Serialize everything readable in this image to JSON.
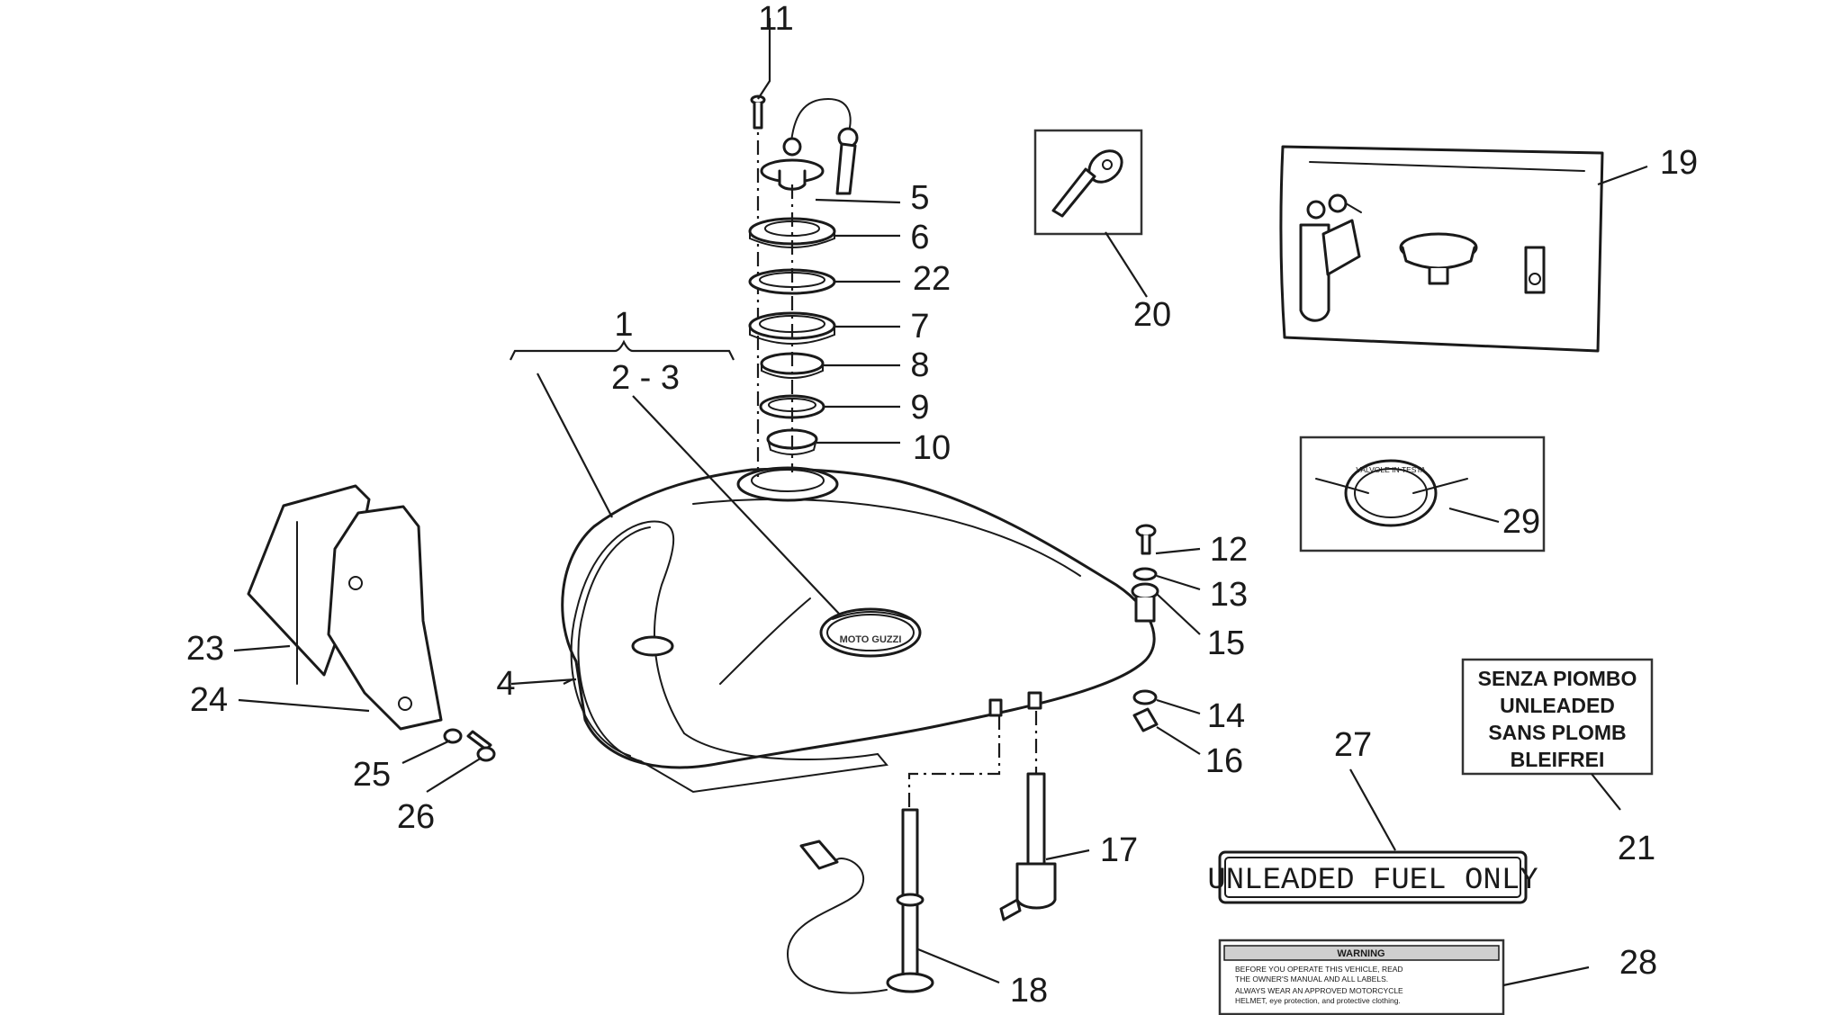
{
  "callouts": {
    "c1": "1",
    "c2_3": "2 - 3",
    "c4": "4",
    "c5": "5",
    "c6": "6",
    "c7": "7",
    "c8": "8",
    "c9": "9",
    "c10": "10",
    "c11": "11",
    "c12": "12",
    "c13": "13",
    "c14": "14",
    "c15": "15",
    "c16": "16",
    "c17": "17",
    "c18": "18",
    "c19": "19",
    "c20": "20",
    "c21": "21",
    "c22": "22",
    "c23": "23",
    "c24": "24",
    "c25": "25",
    "c26": "26",
    "c27": "27",
    "c28": "28",
    "c29": "29"
  },
  "decals": {
    "unleaded_multilang": [
      "SENZA PIOMBO",
      "UNLEADED",
      "SANS PLOMB",
      "BLEIFREI"
    ],
    "unleaded_only": "UNLEADED FUEL ONLY",
    "warning": {
      "title": "WARNING",
      "lines": [
        "BEFORE YOU OPERATE THIS VEHICLE, READ",
        "THE OWNER'S MANUAL AND ALL LABELS.",
        "ALWAYS WEAR AN APPROVED MOTORCYCLE",
        "HELMET, eye protection, and protective clothing."
      ]
    },
    "tank_logo": "MOTO GUZZI",
    "medal_logo": "VALVOLE IN TESTA"
  },
  "colors": {
    "ink": "#1a1a1a",
    "paper": "#ffffff"
  }
}
